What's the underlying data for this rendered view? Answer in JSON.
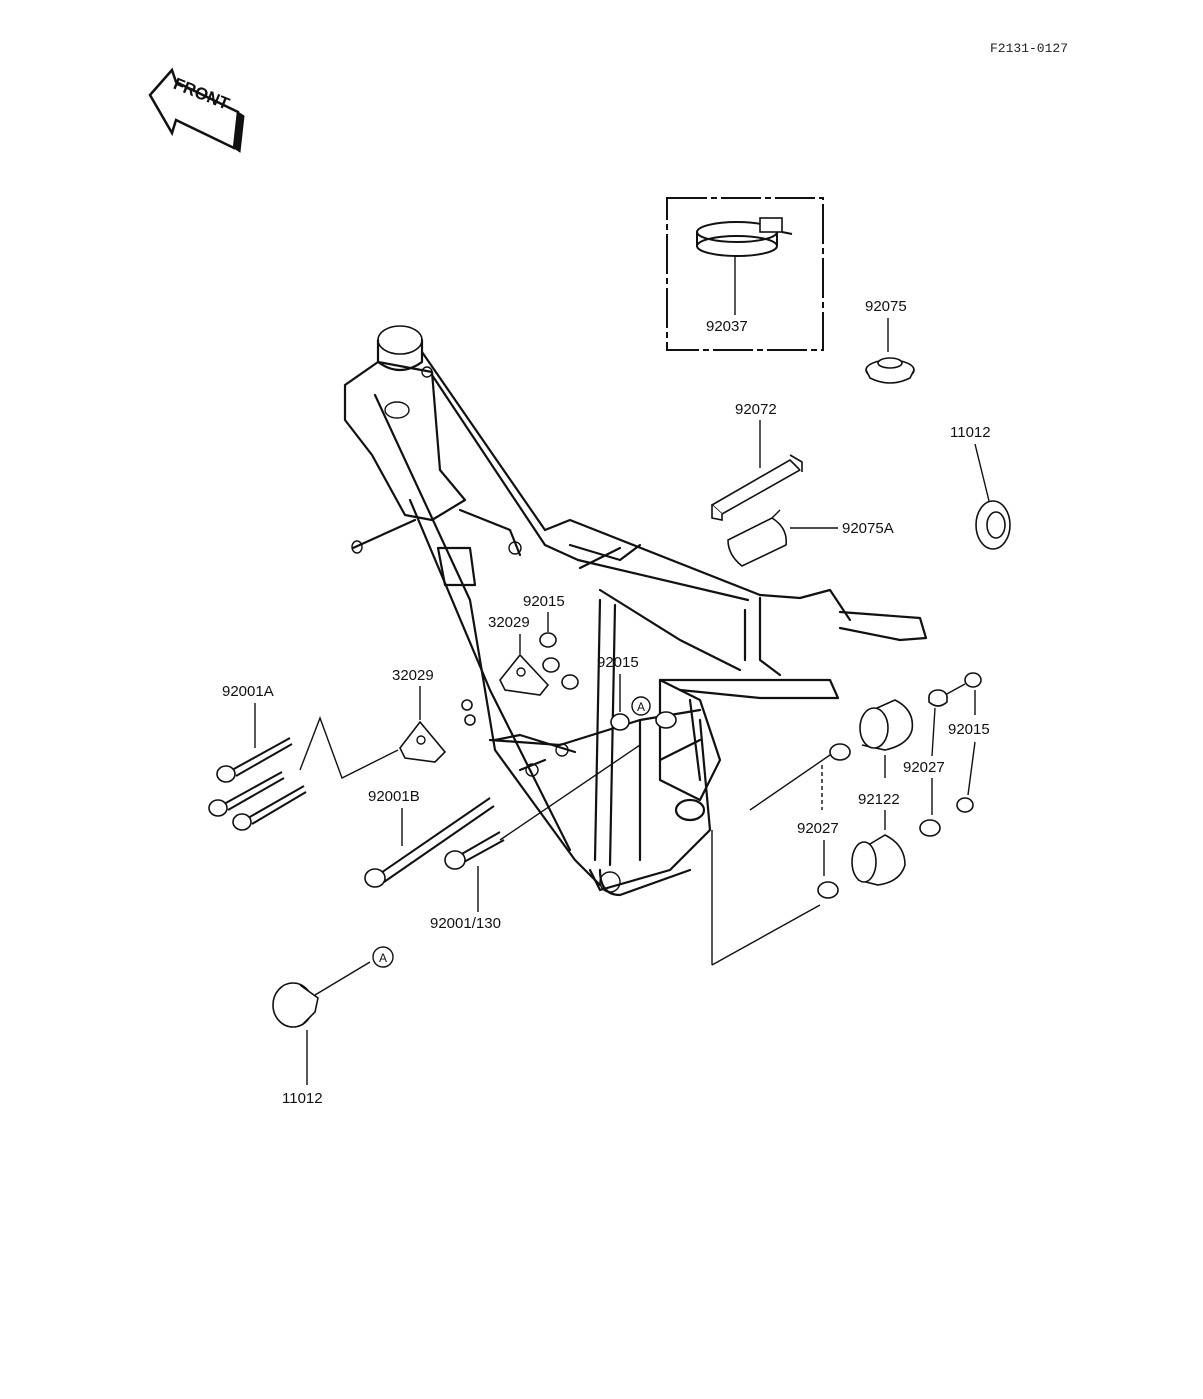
{
  "header": {
    "ref_code": "F2131-0127"
  },
  "direction": {
    "label": "FRONT"
  },
  "callout": {
    "letter": "A"
  },
  "parts": [
    {
      "id": "p1",
      "number": "92037"
    },
    {
      "id": "p2",
      "number": "92075"
    },
    {
      "id": "p3",
      "number": "92072"
    },
    {
      "id": "p4",
      "number": "11012"
    },
    {
      "id": "p5",
      "number": "92075A"
    },
    {
      "id": "p6",
      "number": "92015"
    },
    {
      "id": "p7",
      "number": "32029"
    },
    {
      "id": "p8",
      "number": "92015"
    },
    {
      "id": "p9",
      "number": "32029"
    },
    {
      "id": "p10",
      "number": "92001A"
    },
    {
      "id": "p11",
      "number": "92015"
    },
    {
      "id": "p12",
      "number": "92027"
    },
    {
      "id": "p13",
      "number": "92122"
    },
    {
      "id": "p14",
      "number": "92027"
    },
    {
      "id": "p15",
      "number": "92001B"
    },
    {
      "id": "p16",
      "number": "92001/130"
    },
    {
      "id": "p17",
      "number": "11012"
    }
  ]
}
